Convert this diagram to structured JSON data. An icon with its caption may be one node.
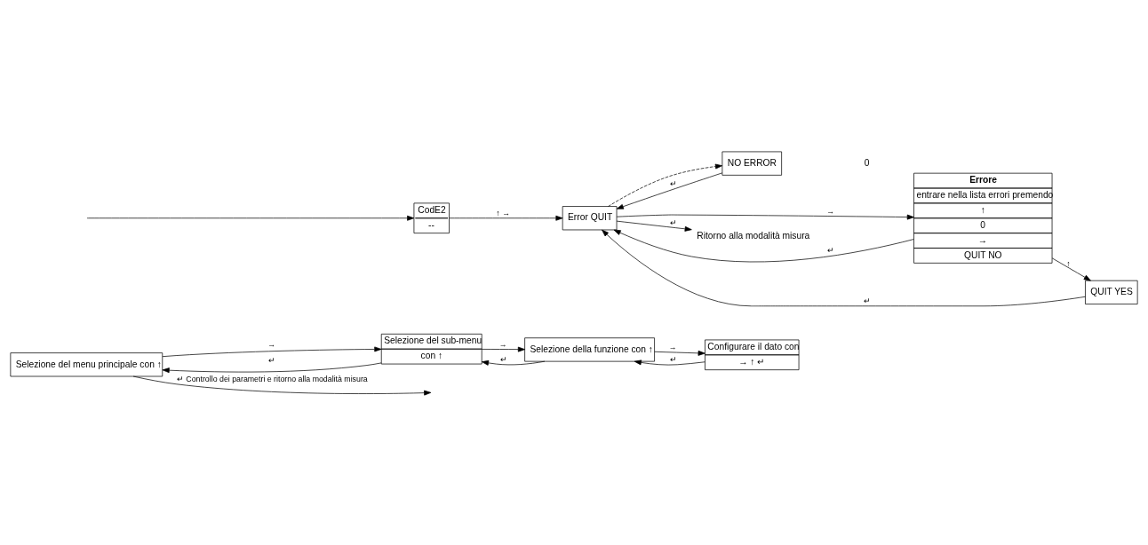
{
  "diagram": {
    "nodes": [
      {
        "text": [
          "Selezione del menu principale con ↑"
        ]
      },
      {
        "text": [
          "Selezione del sub-menu",
          "con ↑"
        ]
      },
      {
        "text": [
          "Selezione della funzione con ↑"
        ]
      },
      {
        "text": [
          "Configurare il dato con",
          "→ ↑ ↵"
        ]
      },
      {
        "text": [
          "CodE2",
          "--"
        ]
      },
      {
        "text": [
          "Error QUIT"
        ]
      },
      {
        "text": [
          "NO ERROR"
        ]
      },
      {
        "text": [
          "Errore",
          "entrare nella lista errori premendo",
          "↑",
          "0",
          "→",
          "QUIT NO"
        ]
      },
      {
        "text": [
          "QUIT YES"
        ]
      },
      {
        "text": [
          "Ritorno alla modalità misura"
        ]
      }
    ],
    "edges": [
      {
        "from": 0,
        "to": null,
        "arrow": "to",
        "label": "↵ Controllo dei parametri e ritorno alla modalità misura"
      },
      {
        "from": 1,
        "to": 0,
        "arrow": "to",
        "label": "↵"
      },
      {
        "from": 0,
        "to": 1,
        "arrow": "to",
        "label": "→"
      },
      {
        "from": 2,
        "to": 1,
        "arrow": "to",
        "label": "↵"
      },
      {
        "from": 1,
        "to": 2,
        "arrow": "to",
        "label": "→"
      },
      {
        "from": 3,
        "to": 2,
        "arrow": "to",
        "label": "↵"
      },
      {
        "from": 2,
        "to": 3,
        "arrow": "to",
        "label": "→"
      },
      {
        "from": null,
        "to": 4,
        "arrow": "to"
      },
      {
        "from": 4,
        "to": 5,
        "arrow": "to",
        "label": "↑ →"
      },
      {
        "from": 5,
        "to": 9,
        "arrow": "to",
        "label": "↵"
      },
      {
        "from": 6,
        "to": 5,
        "arrow": "to",
        "label": "↵"
      },
      {
        "from": 5,
        "to": 7,
        "arrow": "to",
        "label": "→"
      },
      {
        "from": 5,
        "to": 6,
        "arrow": "to",
        "style": "dashed"
      },
      {
        "from": 7,
        "to": 5,
        "arrow": "to",
        "label": "↵"
      },
      {
        "from": 7,
        "to": 8,
        "arrow": "to",
        "label": "↑"
      },
      {
        "from": 8,
        "to": 5,
        "arrow": "to",
        "label": "↵"
      }
    ],
    "labels": [
      "0"
    ]
  }
}
